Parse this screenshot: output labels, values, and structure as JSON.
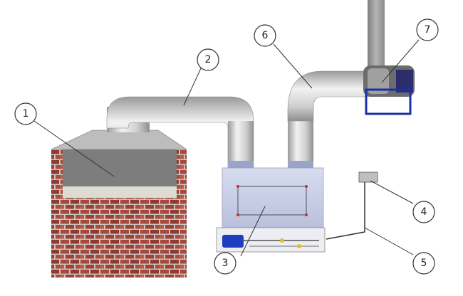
{
  "callouts": [
    {
      "id": "1",
      "label": "1"
    },
    {
      "id": "2",
      "label": "2"
    },
    {
      "id": "3",
      "label": "3"
    },
    {
      "id": "4",
      "label": "4"
    },
    {
      "id": "5",
      "label": "5"
    },
    {
      "id": "6",
      "label": "6"
    },
    {
      "id": "7",
      "label": "7"
    }
  ],
  "colors": {
    "brick": "#a8473a",
    "mortar": "#c9c3c0",
    "hood": "#a8a8a8",
    "duct": "#d7d7d7",
    "filter_box": "#c9cfe6",
    "fan_frame": "#1b2fa8",
    "pump": "#1d3fbf"
  },
  "components": {
    "hood": "hood-over-brick-oven",
    "duct_inlet": "curved-inlet-duct",
    "filter_unit": "purification-unit",
    "controller": "control-box",
    "cable": "control-cable",
    "duct_outlet": "curved-outlet-duct",
    "fan": "exhaust-fan"
  }
}
